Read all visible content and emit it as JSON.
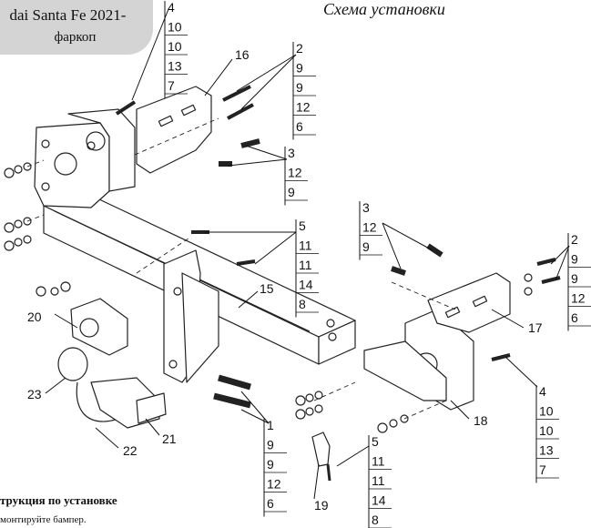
{
  "title": {
    "line1": "dai Santa Fe 2021-",
    "line2": "фаркоп"
  },
  "scheme_title": "Схема установки",
  "instruction_heading": "трукция по установке",
  "instruction_step": "монтируйте бампер.",
  "callouts": [
    {
      "id": "c16",
      "text": "16"
    },
    {
      "id": "c15",
      "text": "15"
    },
    {
      "id": "c17",
      "text": "17"
    },
    {
      "id": "c18",
      "text": "18"
    },
    {
      "id": "c19",
      "text": "19"
    },
    {
      "id": "c20",
      "text": "20"
    },
    {
      "id": "c21",
      "text": "21"
    },
    {
      "id": "c22",
      "text": "22"
    },
    {
      "id": "c23",
      "text": "23"
    }
  ],
  "stacks": [
    {
      "id": "s_top",
      "items": [
        "4",
        "10",
        "10",
        "13",
        "7"
      ]
    },
    {
      "id": "s_tr",
      "items": [
        "2",
        "9",
        "9",
        "12",
        "6"
      ]
    },
    {
      "id": "s_3a",
      "items": [
        "3",
        "12",
        "9"
      ]
    },
    {
      "id": "s_5a",
      "items": [
        "5",
        "11",
        "11",
        "14",
        "8"
      ]
    },
    {
      "id": "s_3b",
      "items": [
        "3",
        "12",
        "9"
      ]
    },
    {
      "id": "s_2b",
      "items": [
        "2",
        "9",
        "9",
        "12",
        "6"
      ]
    },
    {
      "id": "s_4b",
      "items": [
        "4",
        "10",
        "10",
        "13",
        "7"
      ]
    },
    {
      "id": "s_1",
      "items": [
        "1",
        "9",
        "9",
        "12",
        "6"
      ]
    },
    {
      "id": "s_5b",
      "items": [
        "5",
        "11",
        "11",
        "14",
        "8"
      ]
    }
  ]
}
